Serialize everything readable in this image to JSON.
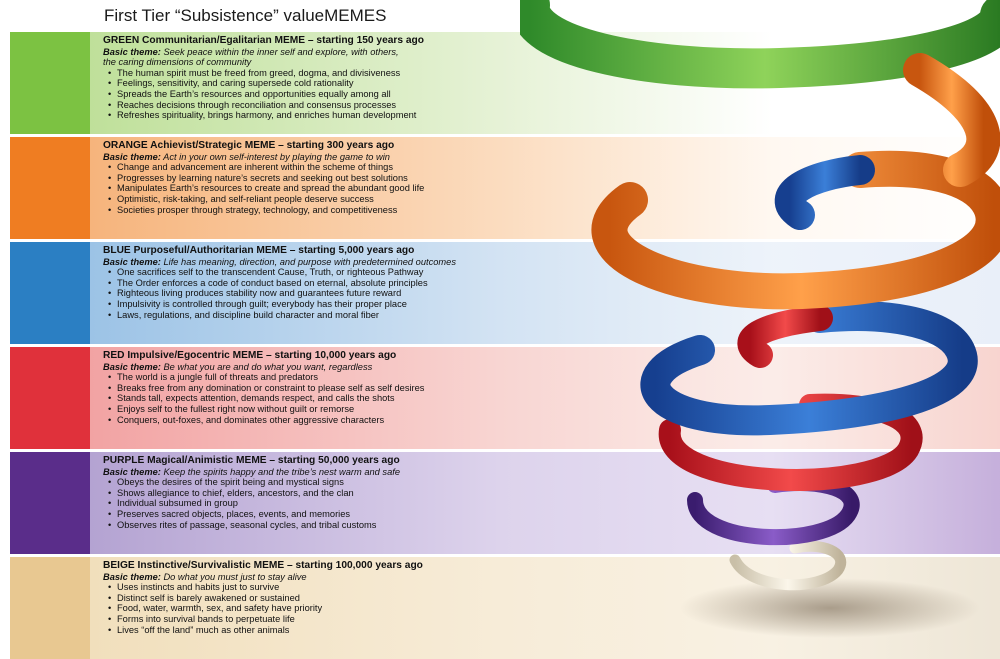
{
  "title": "First Tier “Subsistence” valueMEMES",
  "colors": {
    "green": "#7cc242",
    "orange": "#ef7d22",
    "blue": "#2b7fc3",
    "red": "#e0313b",
    "purple": "#5a2d8a",
    "beige": "#e8c891"
  },
  "memes": [
    {
      "heading": "GREEN Communitarian/Egalitarian MEME – starting 150 years ago",
      "theme_label": "Basic theme:",
      "theme_text": "Seek peace within the inner self and explore, with others,",
      "theme_text_2": "the caring dimensions of community",
      "bullets": [
        "The human spirit must be freed from greed, dogma, and divisiveness",
        "Feelings, sensitivity, and caring supersede cold rationality",
        "Spreads the Earth’s resources and opportunities equally among all",
        "Reaches decisions through reconciliation and consensus processes",
        "Refreshes spirituality, brings harmony, and enriches human development"
      ]
    },
    {
      "heading": "ORANGE Achievist/Strategic MEME – starting 300 years ago",
      "theme_label": "Basic theme:",
      "theme_text": "Act in your own self-interest by playing the game to win",
      "bullets": [
        "Change and advancement are inherent within the scheme of things",
        "Progresses by learning nature’s secrets and seeking out best solutions",
        "Manipulates Earth’s resources to create and spread the abundant good life",
        "Optimistic, risk-taking, and self-reliant people deserve success",
        "Societies prosper through strategy, technology, and competitiveness"
      ]
    },
    {
      "heading": "BLUE Purposeful/Authoritarian MEME – starting 5,000 years ago",
      "theme_label": "Basic theme:",
      "theme_text": "Life has meaning, direction, and purpose with predetermined outcomes",
      "bullets": [
        "One sacrifices self to the transcendent Cause, Truth, or righteous Pathway",
        "The Order enforces a code of conduct based on eternal, absolute principles",
        "Righteous living produces stability now and guarantees future reward",
        "Impulsivity is controlled through guilt; everybody has their proper place",
        "Laws, regulations, and discipline build character and moral fiber"
      ]
    },
    {
      "heading": "RED Impulsive/Egocentric MEME – starting 10,000 years ago",
      "theme_label": "Basic theme:",
      "theme_text": "Be what you are and do what you want, regardless",
      "bullets": [
        "The world is a jungle full of threats and predators",
        "Breaks free from any domination or constraint to please self as self desires",
        "Stands tall, expects attention, demands respect, and calls the shots",
        "Enjoys self to the fullest right now without guilt or remorse",
        "Conquers, out-foxes, and dominates other aggressive characters"
      ]
    },
    {
      "heading": "PURPLE Magical/Animistic MEME – starting 50,000 years ago",
      "theme_label": "Basic theme:",
      "theme_text": "Keep the spirits happy and the tribe’s nest warm and safe",
      "bullets": [
        "Obeys the desires of the spirit being and mystical signs",
        "Shows allegiance to chief, elders, ancestors, and the clan",
        "Individual subsumed in group",
        "Preserves sacred objects, places, events, and memories",
        "Observes rites of passage, seasonal cycles, and tribal customs"
      ]
    },
    {
      "heading": "BEIGE Instinctive/Survivalistic MEME – starting 100,000 years ago",
      "theme_label": "Basic theme:",
      "theme_text": "Do what you must just to stay alive",
      "bullets": [
        "Uses instincts and habits just to survive",
        "Distinct self is barely awakened or sustained",
        "Food, water, warmth, sex, and safety have priority",
        "Forms into survival bands to perpetuate life",
        "Lives “off the land” much as other animals"
      ]
    }
  ]
}
